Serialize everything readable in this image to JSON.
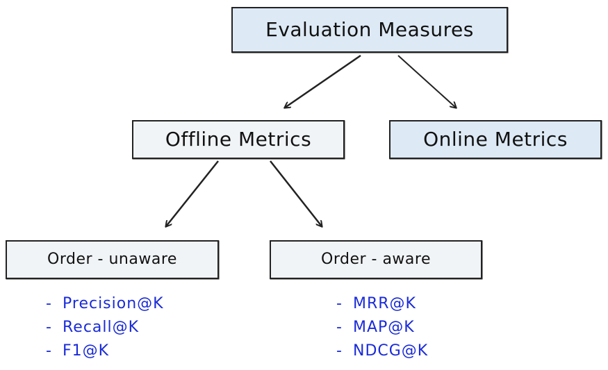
{
  "nodes": {
    "root": "Evaluation Measures",
    "offline": "Offline Metrics",
    "online": "Online Metrics",
    "order_unaware": "Order - unaware",
    "order_aware": "Order - aware"
  },
  "order_unaware_metrics": [
    "Precision@K",
    "Recall@K",
    "F1@K"
  ],
  "order_aware_metrics": [
    "MRR@K",
    "MAP@K",
    "NDCG@K"
  ],
  "list_bullet": "-",
  "colors": {
    "box_fill_blue": "#dde9f5",
    "box_fill_gray": "#f1f4f7",
    "metric_text": "#1a2bd8",
    "stroke": "#222222"
  }
}
